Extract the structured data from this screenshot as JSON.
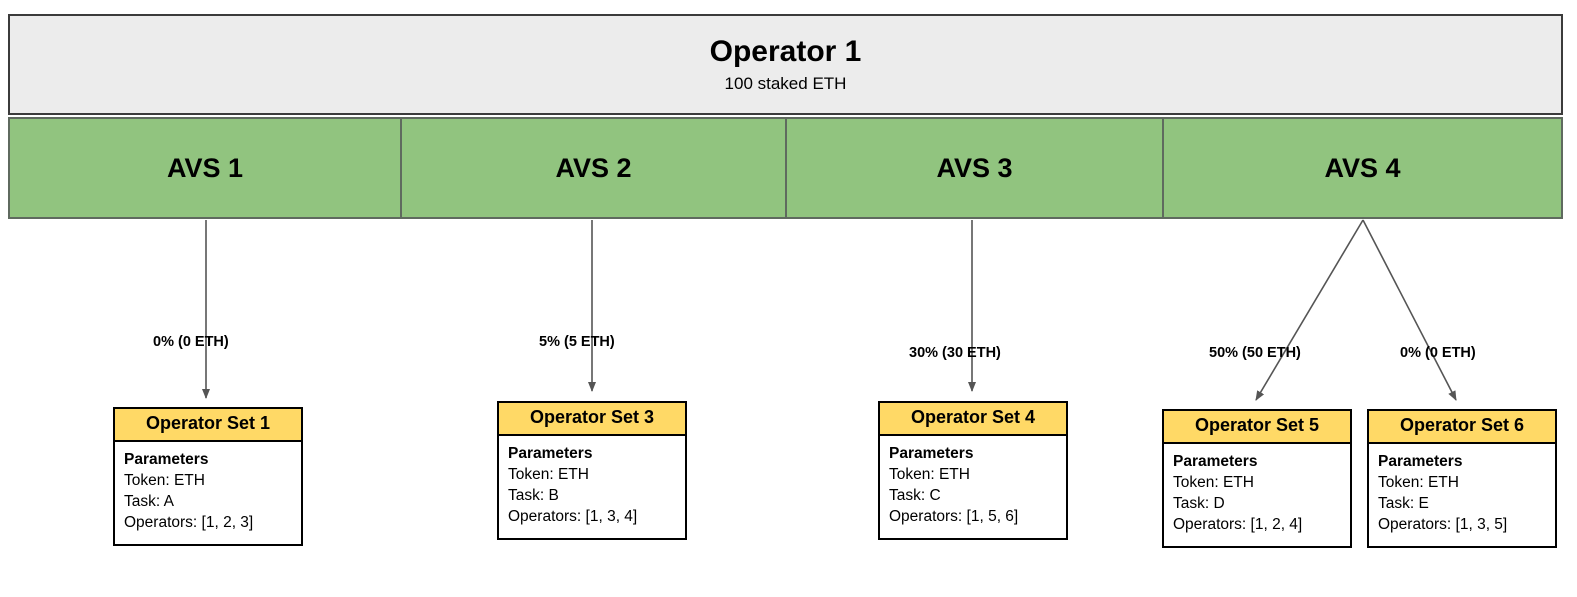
{
  "diagram": {
    "title": "Operator 1 AVS allocation diagram",
    "colors": {
      "operator_bar": "#ececec",
      "avs_cell": "#91c47f",
      "opset_header": "#ffd966",
      "box_border": "#000000",
      "connector": "#555555"
    }
  },
  "operator": {
    "name": "Operator 1",
    "stake": "100 staked ETH"
  },
  "avs": [
    {
      "label": "AVS 1"
    },
    {
      "label": "AVS 2"
    },
    {
      "label": "AVS 3"
    },
    {
      "label": "AVS 4"
    }
  ],
  "allocations": [
    {
      "label": "0% (0 ETH)",
      "from": "AVS 1",
      "to": "Operator Set 1"
    },
    {
      "label": "5% (5 ETH)",
      "from": "AVS 2",
      "to": "Operator Set 3"
    },
    {
      "label": "30% (30 ETH)",
      "from": "AVS 3",
      "to": "Operator Set 4"
    },
    {
      "label": "50% (50 ETH)",
      "from": "AVS 4",
      "to": "Operator Set 5"
    },
    {
      "label": "0% (0 ETH)",
      "from": "AVS 4",
      "to": "Operator Set 6"
    }
  ],
  "operator_sets": [
    {
      "title": "Operator Set 1",
      "params_title": "Parameters",
      "token": "Token: ETH",
      "task": "Task: A",
      "operators": "Operators: [1, 2, 3]"
    },
    {
      "title": "Operator Set 3",
      "params_title": "Parameters",
      "token": "Token: ETH",
      "task": "Task: B",
      "operators": "Operators: [1, 3, 4]"
    },
    {
      "title": "Operator Set 4",
      "params_title": "Parameters",
      "token": "Token: ETH",
      "task": "Task: C",
      "operators": "Operators: [1, 5, 6]"
    },
    {
      "title": "Operator Set 5",
      "params_title": "Parameters",
      "token": "Token: ETH",
      "task": "Task: D",
      "operators": "Operators: [1, 2, 4]"
    },
    {
      "title": "Operator Set 6",
      "params_title": "Parameters",
      "token": "Token: ETH",
      "task": "Task: E",
      "operators": "Operators: [1, 3, 5]"
    }
  ]
}
